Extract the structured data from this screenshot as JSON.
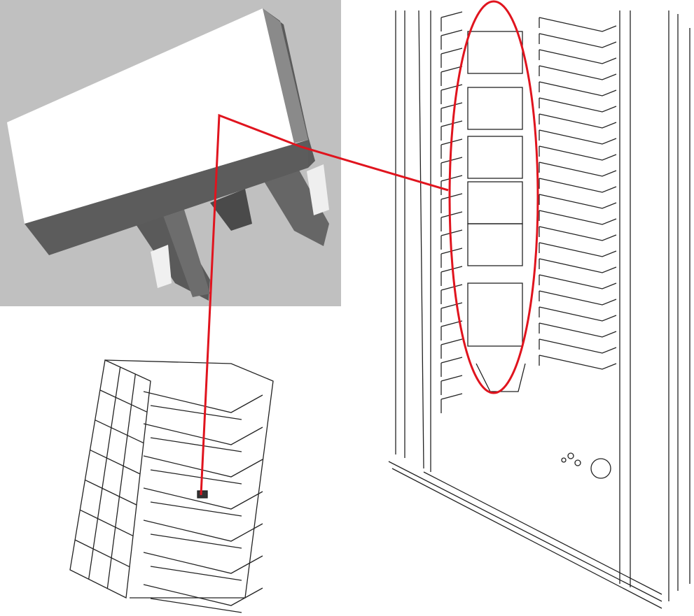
{
  "colors": {
    "callout_red": "#e0141e",
    "render_background": "#c0c0c0",
    "line_art": "#222222"
  },
  "library": {
    "shelf_count_left": 22,
    "shelf_count_right": 22,
    "drive_count": 6
  },
  "magazine": {
    "slot_count": 7
  }
}
